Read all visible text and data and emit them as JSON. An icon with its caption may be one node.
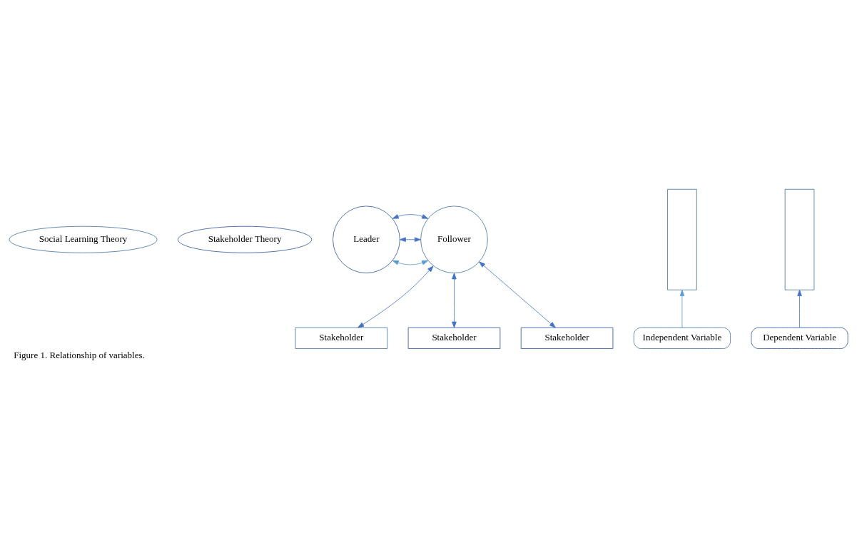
{
  "diagram": {
    "caption": "Figure 1. Relationship of variables.",
    "nodes": [
      {
        "text": [
          "Social Learning Theory"
        ]
      },
      {
        "text": [
          "Stakeholder Theory"
        ]
      },
      {
        "text": [
          "Leader"
        ]
      },
      {
        "text": [],
        "shape": "box"
      },
      {
        "text": [
          "Follower"
        ]
      },
      {
        "text": [],
        "shape": "box"
      },
      {
        "text": [
          "Stakeholder"
        ]
      },
      {
        "text": [
          "Stakeholder"
        ]
      },
      {
        "text": [
          "Stakeholder"
        ]
      },
      {
        "text": [
          "Independent Variable"
        ]
      },
      {
        "text": [
          "Dependent Variable"
        ]
      }
    ],
    "edges": [
      {
        "from": 2,
        "to": 4,
        "arrow": "both",
        "color": "#5b9bd5"
      },
      {
        "from": 2,
        "to": 4,
        "arrow": "both"
      },
      {
        "from": 2,
        "to": 4,
        "arrow": "both"
      },
      {
        "from": 4,
        "to": 6,
        "arrow": "both"
      },
      {
        "from": 4,
        "to": 7,
        "arrow": "both"
      },
      {
        "from": 4,
        "to": 8,
        "arrow": "both"
      },
      {
        "from": 9,
        "to": 3,
        "arrow": "to",
        "color": "#5b9bd5"
      },
      {
        "from": 10,
        "to": 5,
        "arrow": "to"
      }
    ]
  }
}
